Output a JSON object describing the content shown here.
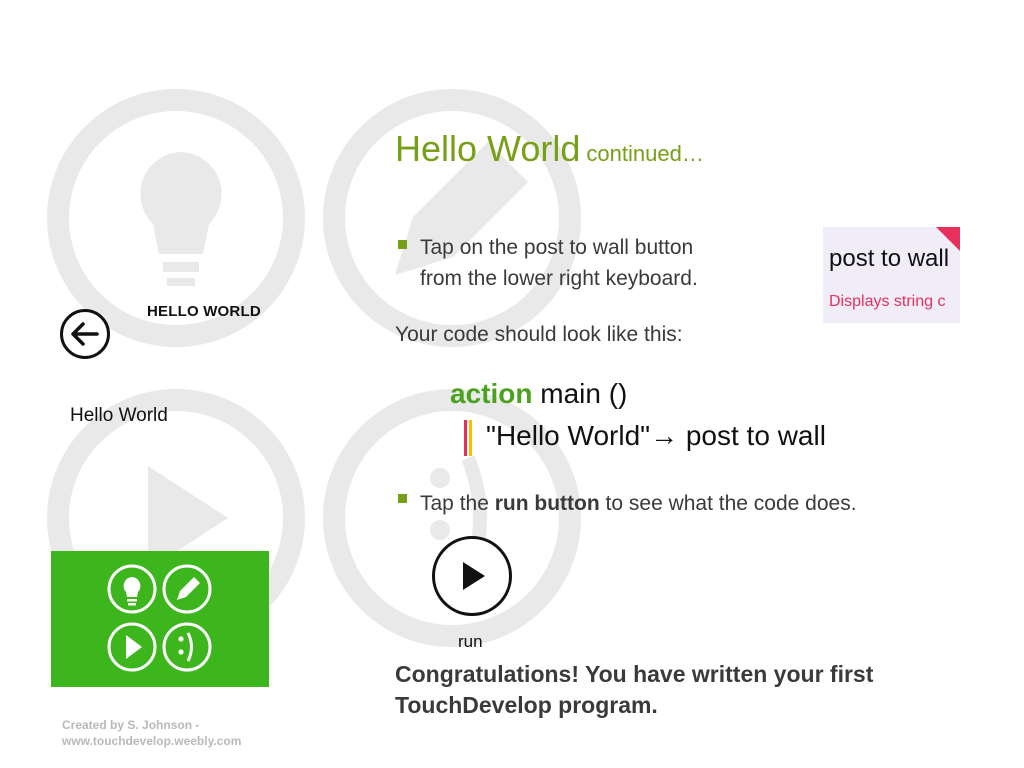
{
  "slide": {
    "title_main": "Hello World",
    "title_sub": "continued…",
    "bullet1_line1": "Tap on the post to wall button",
    "bullet1_line2": "from the lower right keyboard.",
    "code_intro": "Your code should look like this:",
    "bullet2_pre": "Tap the ",
    "bullet2_bold": "run button",
    "bullet2_post": " to see what the code does.",
    "congrats_line1": "Congratulations! You have written your first",
    "congrats_line2": "TouchDevelop program.",
    "footer_line1": "Created by S. Johnson -",
    "footer_line2": "www.touchdevelop.weebly.com"
  },
  "app_screen": {
    "header_title": "HELLO WORLD",
    "output_text": "Hello World",
    "back_icon": "arrow-left-icon"
  },
  "post_wall_card": {
    "label": "post to wall",
    "description": "Displays string c"
  },
  "code": {
    "keyword": "action",
    "signature": " main ()",
    "statement": "\"Hello World\"→ post to wall"
  },
  "run_button": {
    "label": "run",
    "icon": "play-icon"
  },
  "tile": {
    "icons": [
      "lightbulb-icon",
      "pencil-icon",
      "play-icon",
      "smiley-icon"
    ]
  },
  "colors": {
    "accent_green": "#76a017",
    "tile_green": "#3db61d",
    "keyword_green": "#4aa21f",
    "pink": "#e8305d",
    "yellow": "#f2c200",
    "watermark_gray": "#e9e9e9"
  }
}
